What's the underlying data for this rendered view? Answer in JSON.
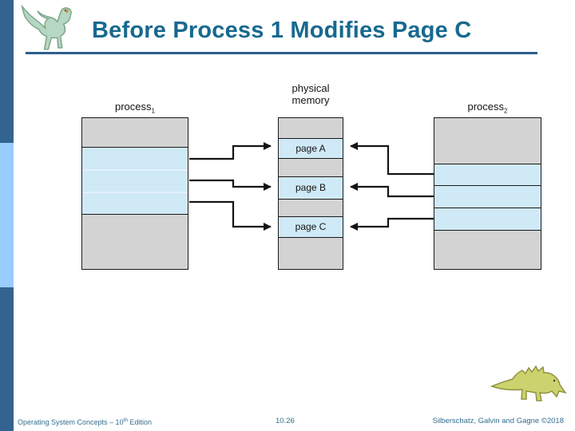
{
  "slide": {
    "title": "Before Process 1 Modifies Page C",
    "footer": {
      "book": "Operating System Concepts – 10",
      "edition_sup": "th",
      "edition_rest": " Edition",
      "page_number": "10.26",
      "credits": "Silberschatz, Galvin and Gagne ©2018"
    }
  },
  "diagram": {
    "process1": {
      "label": "process",
      "subscript": "1"
    },
    "physical_memory": {
      "label_line1": "physical",
      "label_line2": "memory",
      "pages": [
        "page A",
        "page B",
        "page C"
      ]
    },
    "process2": {
      "label": "process",
      "subscript": "2"
    }
  },
  "icons": {
    "header_logo": "dinosaur-logo",
    "footer_logo": "dinosaur-logo"
  },
  "colors": {
    "title": "#17698f",
    "accent_bar_dark": "#336390",
    "accent_bar_light": "#99ccff",
    "underline": "#2d5f8c",
    "segment_gray": "#d3d3d3",
    "segment_blue": "#cfe9f7",
    "arrow": "#141414",
    "footer_text": "#336e8e"
  }
}
